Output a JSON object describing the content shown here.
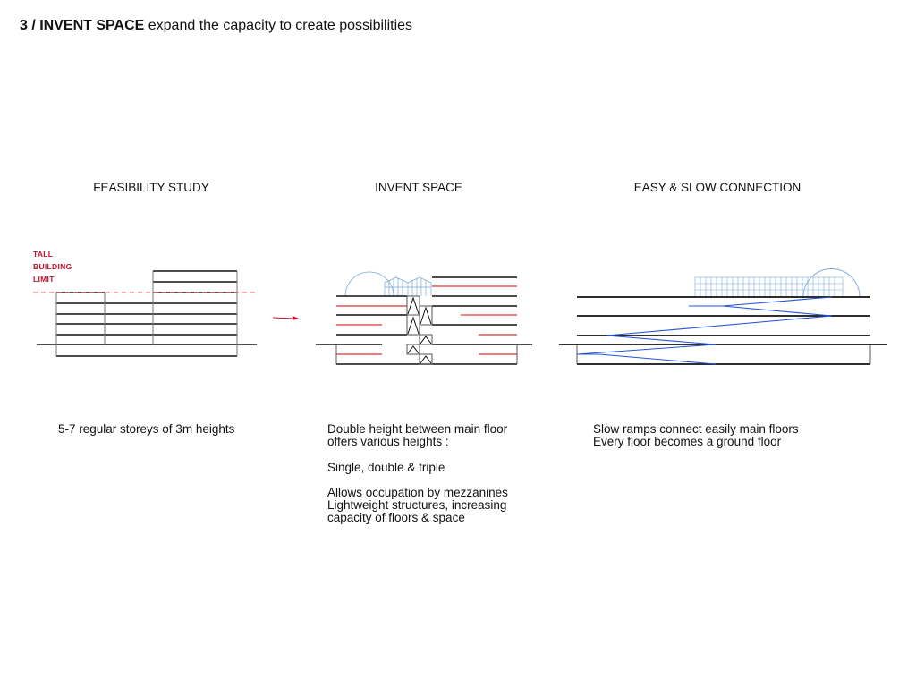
{
  "title": {
    "number": "3 / INVENT SPACE",
    "subtitle": "expand the capacity to create possibilities"
  },
  "columns": [
    {
      "heading": "FEASIBILITY STUDY",
      "text": [
        "5-7 regular storeys of 3m heights"
      ]
    },
    {
      "heading": "INVENT SPACE",
      "text": [
        "Double height between main floor",
        "offers various heights :",
        "",
        "Single, double & triple",
        "",
        "Allows occupation by mezzanines",
        "Lightweight structures, increasing",
        "capacity of floors & space"
      ]
    },
    {
      "heading": "EASY & SLOW CONNECTION",
      "text": [
        "Slow ramps connect easily main floors",
        "Every floor becomes a ground floor"
      ]
    }
  ],
  "limit_label": [
    "TALL",
    "BUILDING",
    "LIMIT"
  ],
  "colors": {
    "limit": "#c8102e",
    "ramp": "#2255dd",
    "structure": "#7aaad8"
  }
}
